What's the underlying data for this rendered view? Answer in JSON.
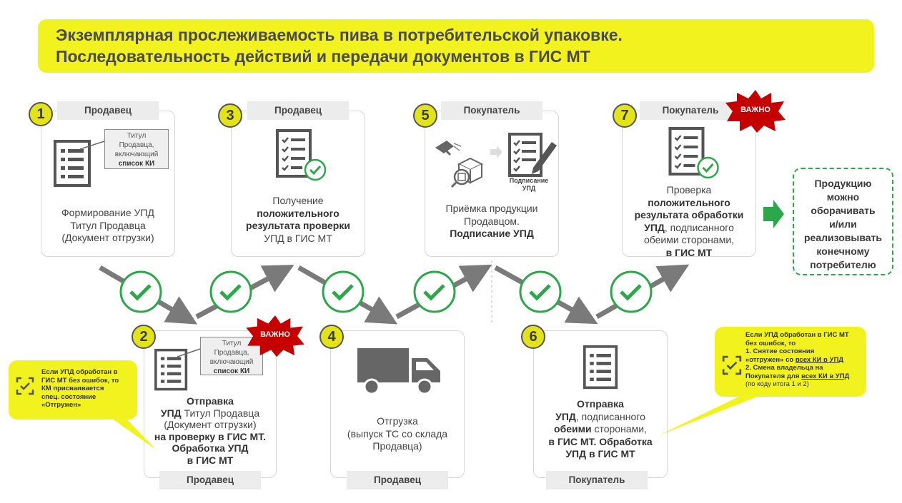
{
  "title": {
    "line1": "Экземплярная прослеживаемость пива в потребительской упаковке.",
    "line2": "Последовательность действий и передачи документов в ГИС МТ"
  },
  "roles": {
    "seller": "Продавец",
    "buyer": "Покупатель"
  },
  "badge": {
    "important": "ВАЖНО"
  },
  "steps": {
    "s1": {
      "number": "1",
      "role": "Продавец",
      "titul": [
        "Титул",
        "Продавца,",
        "включающий"
      ],
      "titul_bold": "список КИ",
      "caption": [
        "Формирование УПД",
        "Титул Продавца",
        "(Документ отгрузки)"
      ]
    },
    "s2": {
      "number": "2",
      "role": "Продавец",
      "titul": [
        "Титул",
        "Продавца,",
        "включающий"
      ],
      "titul_bold": "список КИ",
      "c1": "Отправка",
      "c2a": "УПД",
      "c2b": " Титул Продавца",
      "c3": "(Документ отгрузки)",
      "c4": "на проверку в ГИС МТ.",
      "c5": "Обработка УПД",
      "c6": "в ГИС МТ"
    },
    "s3": {
      "number": "3",
      "role": "Продавец",
      "c1": "Получение",
      "c2": "положительного",
      "c3": "результата проверки",
      "c4": "УПД в ГИС МТ"
    },
    "s4": {
      "number": "4",
      "role": "Продавец",
      "caption": [
        "Отгрузка",
        "(выпуск ТС со склада",
        "Продавца)"
      ]
    },
    "s5": {
      "number": "5",
      "role": "Покупатель",
      "sign_label": [
        "Подписание",
        "УПД"
      ],
      "c1": "Приёмка продукции",
      "c2": "Продавцом.",
      "c3": "Подписание УПД"
    },
    "s6": {
      "number": "6",
      "role": "Покупатель",
      "c1": "Отправка",
      "c2a": "УПД",
      "c2b": ", подписанного",
      "c3a": "обеими",
      "c3b": " сторонами,",
      "c4": "в ГИС МТ. Обработка",
      "c5": "УПД в ГИС МТ"
    },
    "s7": {
      "number": "7",
      "role": "Покупатель",
      "c1": "Проверка",
      "c2": "положительного",
      "c3": "результата обработки",
      "c4a": "УПД",
      "c4b": ", подписанного",
      "c5": "обеими сторонами,",
      "c6": "в ГИС МТ"
    }
  },
  "note_left": [
    "Если УПД обработан в",
    "ГИС МТ без ошибок, то",
    "КМ присваивается",
    "спец. состояние",
    "«Отгружен»"
  ],
  "note_right": {
    "l1": "Если УПД обработан в ГИС МТ",
    "l2": "без ошибок, то",
    "l3": "1. Снятие состояния",
    "l4a": "«отгружен» со ",
    "l4b": "всех КИ в УПД",
    "l5": "2. Смена владельца на",
    "l6a": "Покупателя для ",
    "l6b": "всех КИ в УПД",
    "l7": "(по коду итога 1 и 2)"
  },
  "product": [
    "Продукцию",
    "можно",
    "оборачивать",
    "и/или",
    "реализовывать",
    "конечному",
    "потребителю"
  ],
  "colors": {
    "accent_yellow": "#f2f21e",
    "check_green": "#2ca84a",
    "badge_red": "#c40000",
    "arrow_gray": "#7a7a7a"
  }
}
